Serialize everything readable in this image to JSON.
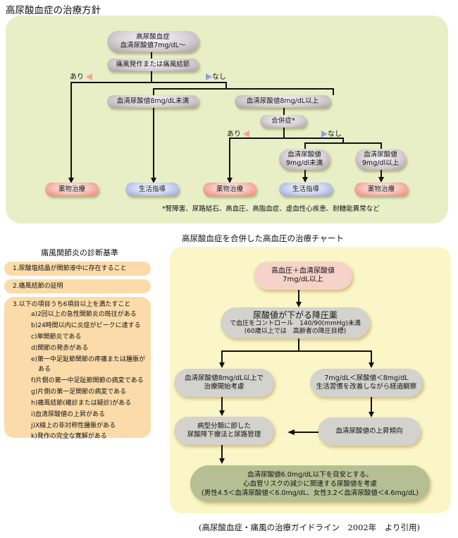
{
  "section1": {
    "title": "高尿酸血症の治療方針",
    "nodes": {
      "start_line1": "高尿酸血症",
      "start_line2": "血清尿酸値7mg/dL～",
      "gout_attack": "痛風発作または痛風結節",
      "under8": "血清尿酸値8mg/dL未満",
      "over8": "血清尿酸値8mg/dL以上",
      "complication": "合併症*",
      "under9_line1": "血清尿酸値",
      "under9_line2": "9mg/dl未満",
      "over9_line1": "血清尿酸値",
      "over9_line2": "9mg/dl以上",
      "drug1": "薬物治療",
      "life1": "生活指導",
      "drug2": "薬物治療",
      "life2": "生活指導",
      "drug3": "薬物治療"
    },
    "branch_labels": {
      "yes": "あり",
      "no": "なし"
    },
    "footnote": "*腎障害、尿路結石、高血圧、高脂血症、虚血性心疾患、耐糖能異常など"
  },
  "criteria": {
    "title": "痛風関節炎の診断基準",
    "item1": "1.尿酸塩結晶が関節液中に存在すること",
    "item2": "2.痛風結節の証明",
    "item3": "3.以下の項目うち6項目以上を満たすこと",
    "subitems": [
      "a)2回以上の急性関節炎の既往がある",
      "b)24時間以内に炎症がピークに達する",
      "c)単関節炎である",
      "d)関節の発赤がある",
      "e)第一中足趾節関節の疼痛または腫脹が",
      "ある",
      "f)片側の第一中足趾節関節の病変である",
      "g)片側の第一足関節の病変である",
      "h)痛風結節(確診または疑診)がある",
      "i)血清尿酸値の上昇がある",
      "j)X線上の非対称性腫脹がある",
      "k)発作の完全な寛解がある"
    ]
  },
  "section2": {
    "title": "高尿酸血症を合併した高血圧の治療チャート",
    "start_line1": "高血圧＋血清尿酸値",
    "start_line2": "7mg/dL以上",
    "drug_line1": "尿酸値が下がる降圧薬",
    "drug_line2": "で血圧をコントロール　140/90(mmHg)未満",
    "drug_line3": "(60歳以上では　高齢者の降圧目標)",
    "left1_line1": "血清尿酸値8mg/dL以上で",
    "left1_line2": "治療開始考慮",
    "right1_line1": "7mg/dL＜尿酸値＜8mg/dL",
    "right1_line2": "生活習慣を改善しながら経過観察",
    "left2_line1": "病型分類に即した",
    "left2_line2": "尿酸降下療法と尿路管理",
    "right2": "血清尿酸値の上昇傾向",
    "goal_line1": "血清尿酸値6.0mg/dL以下を目安とする。",
    "goal_line2": "心血管リスクの減少に関連する尿酸値を考慮",
    "goal_line3": "(男性4.5＜血清尿酸値＜6.0mg/dL、女性3.2＜血清尿酸値＜4.6mg/dL)"
  },
  "citation": "(高尿酸血症・痛風の治療ガイドライン　2002年　より引用)"
}
